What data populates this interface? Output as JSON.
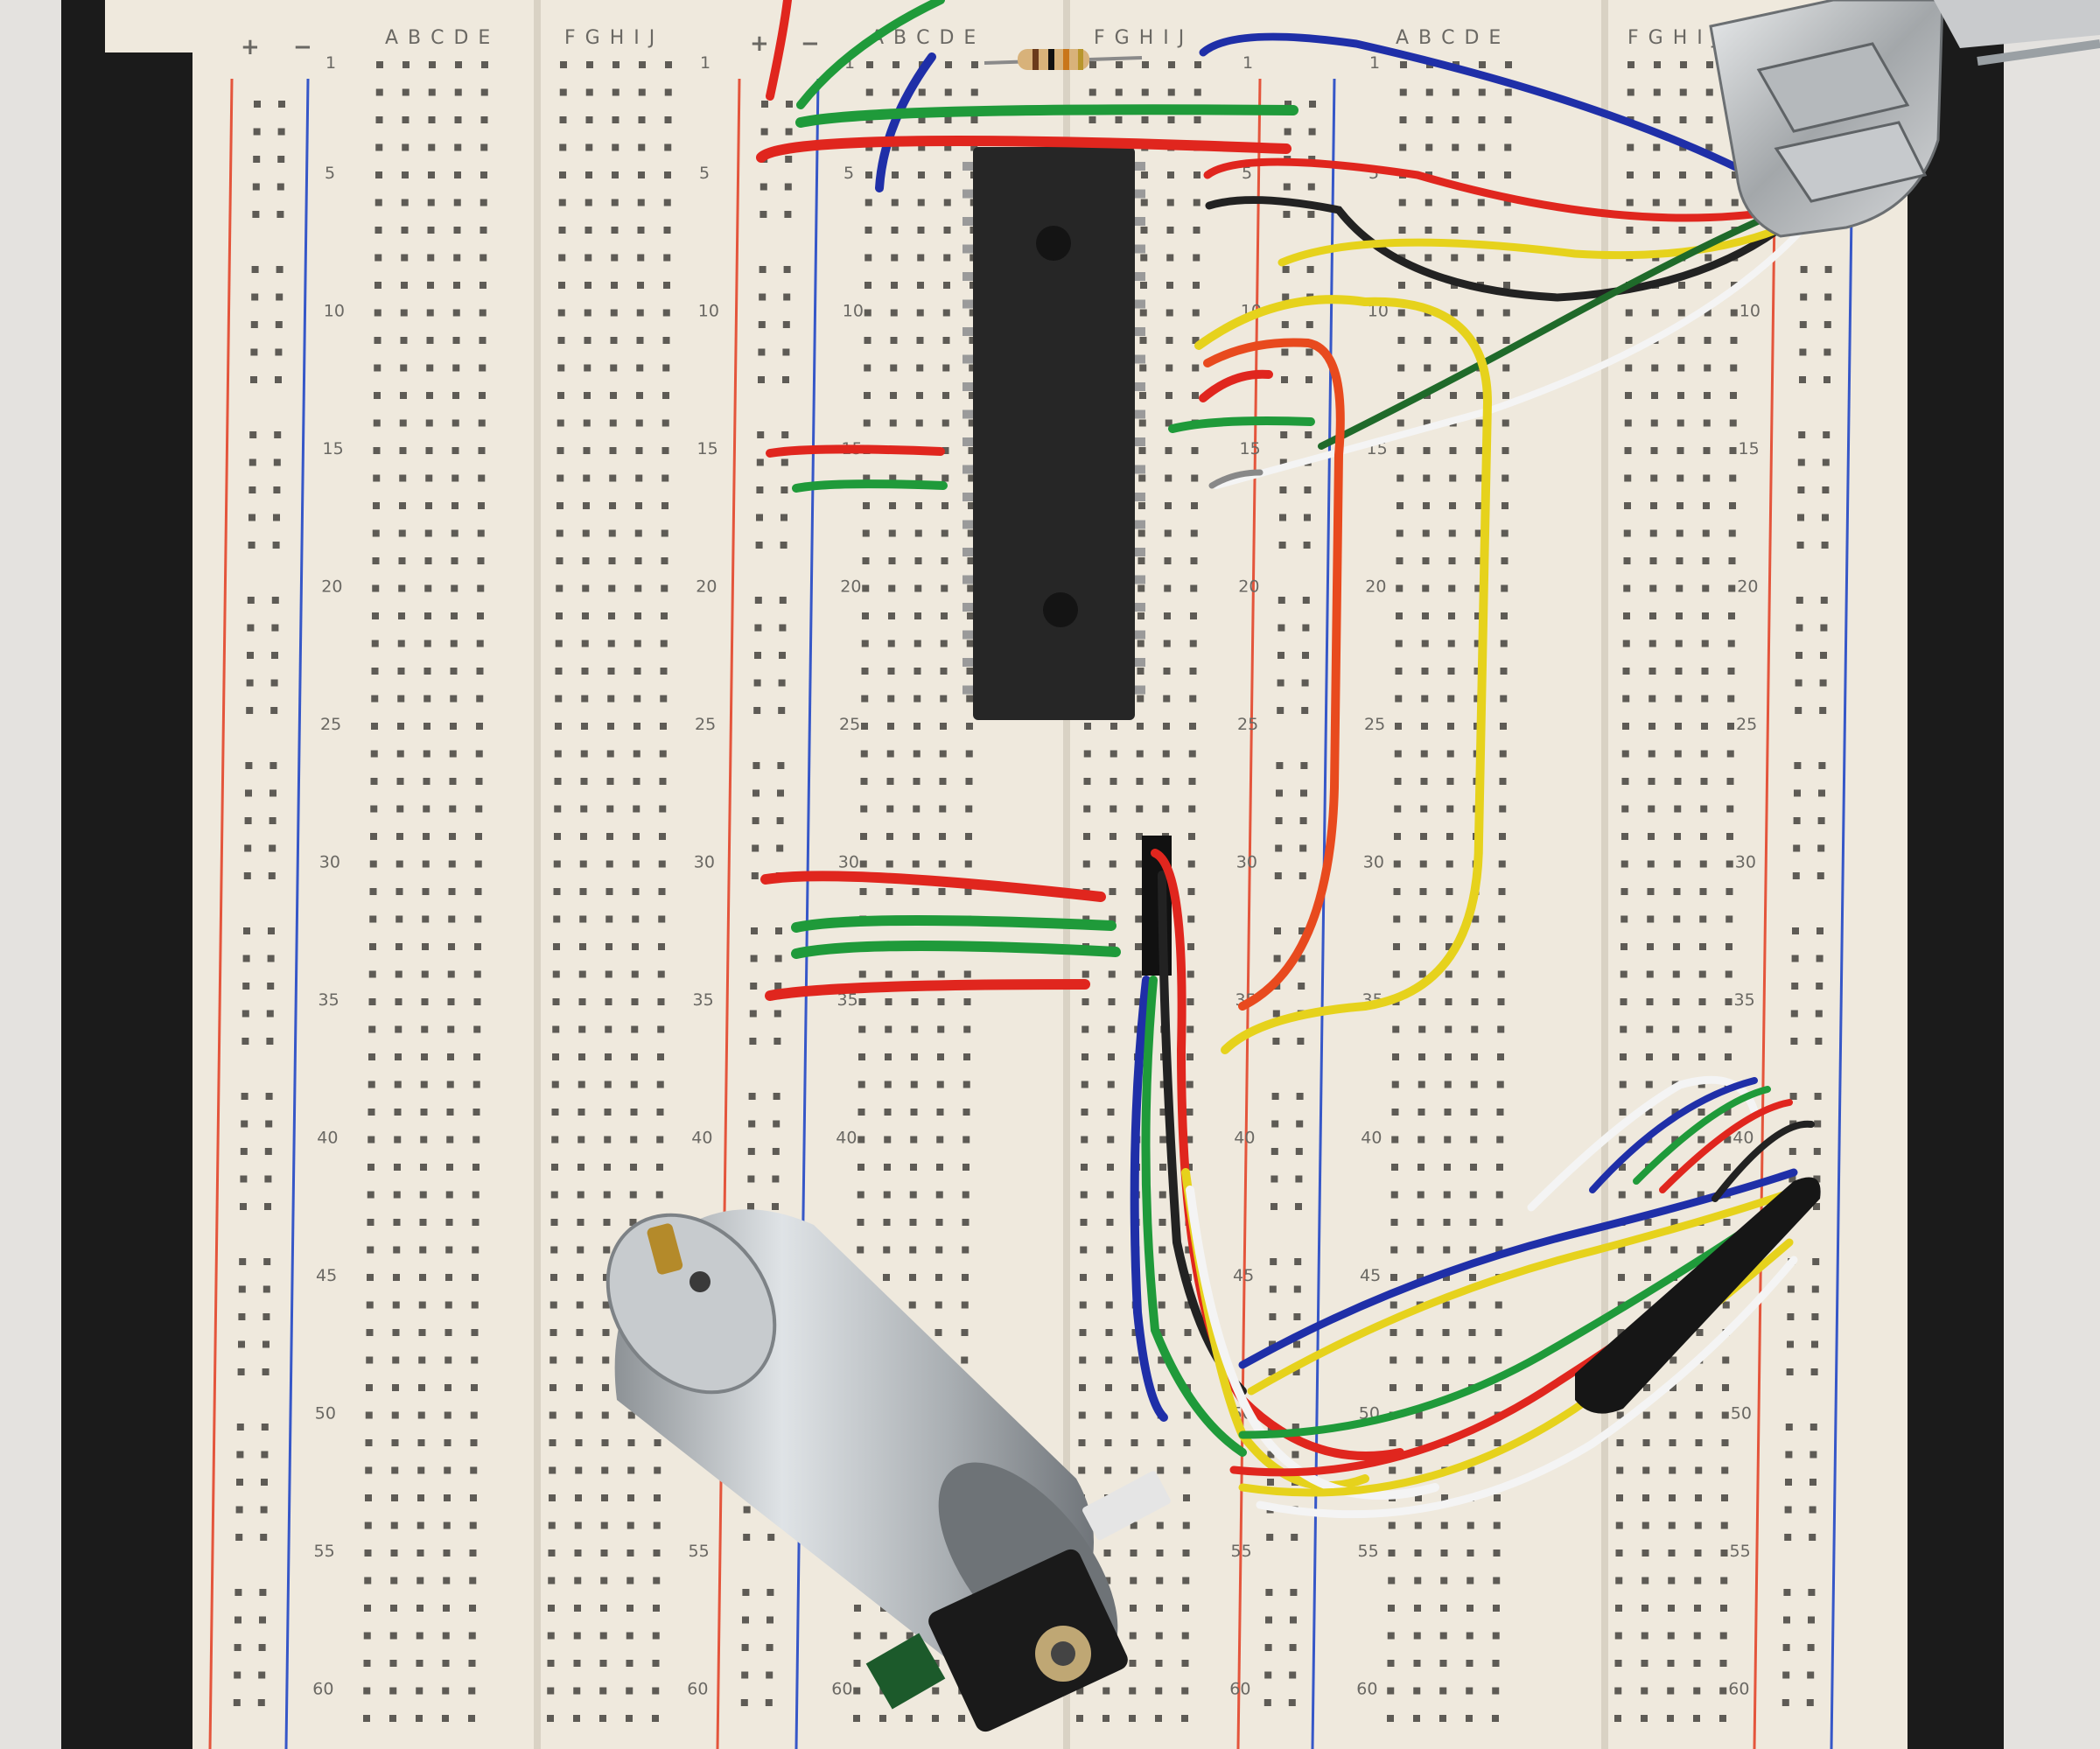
{
  "breadboard": {
    "column_letters_left": "A B C D E",
    "column_letters_right": "F G H I J",
    "rail_plus": "+",
    "rail_minus": "−",
    "row_numbers": [
      "1",
      "5",
      "10",
      "15",
      "20",
      "25",
      "30",
      "35",
      "40",
      "45",
      "50",
      "55",
      "60"
    ]
  },
  "colors": {
    "board": "#efe9dd",
    "rail_red": "#e4553c",
    "rail_blue": "#3657c8",
    "hole": "#5e5b55",
    "frame": "#1b1b1b",
    "wire_red": "#e0261e",
    "wire_green": "#1f9a3a",
    "wire_blue": "#1f2fa8",
    "wire_yellow": "#e6d21c",
    "wire_black": "#222222",
    "wire_white": "#f4f4f4",
    "chip": "#262626",
    "motor": "#b7bcc0"
  },
  "components": {
    "chip_icon": "dip-40-ic-icon",
    "resistor_icon": "resistor-icon",
    "motor_icon": "dc-motor-encoder-icon",
    "connector_icon": "d-sub-connector-icon"
  }
}
